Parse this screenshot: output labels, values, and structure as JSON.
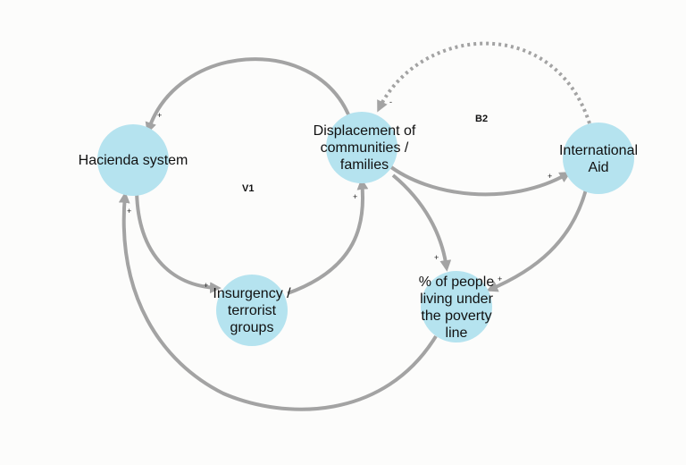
{
  "nodes": {
    "hacienda": {
      "label": "Hacienda system"
    },
    "displacement": {
      "label": "Displacement of communities / families"
    },
    "aid": {
      "label": "International Aid"
    },
    "insurgency": {
      "label": "Insurgency / terrorist groups"
    },
    "poverty": {
      "label": "% of people living under the poverty line"
    }
  },
  "loops": {
    "v1": "V1",
    "b2": "B2"
  },
  "edges": {
    "displacement_to_hacienda": "+",
    "aid_to_displacement": "-",
    "displacement_to_aid": "+",
    "hacienda_to_insurgency": "+",
    "insurgency_to_displacement": "+",
    "displacement_to_poverty": "+",
    "aid_to_poverty": "+",
    "poverty_to_hacienda": "+"
  },
  "colors": {
    "node_fill": "#b5e3ef",
    "edge": "#a3a3a3"
  }
}
